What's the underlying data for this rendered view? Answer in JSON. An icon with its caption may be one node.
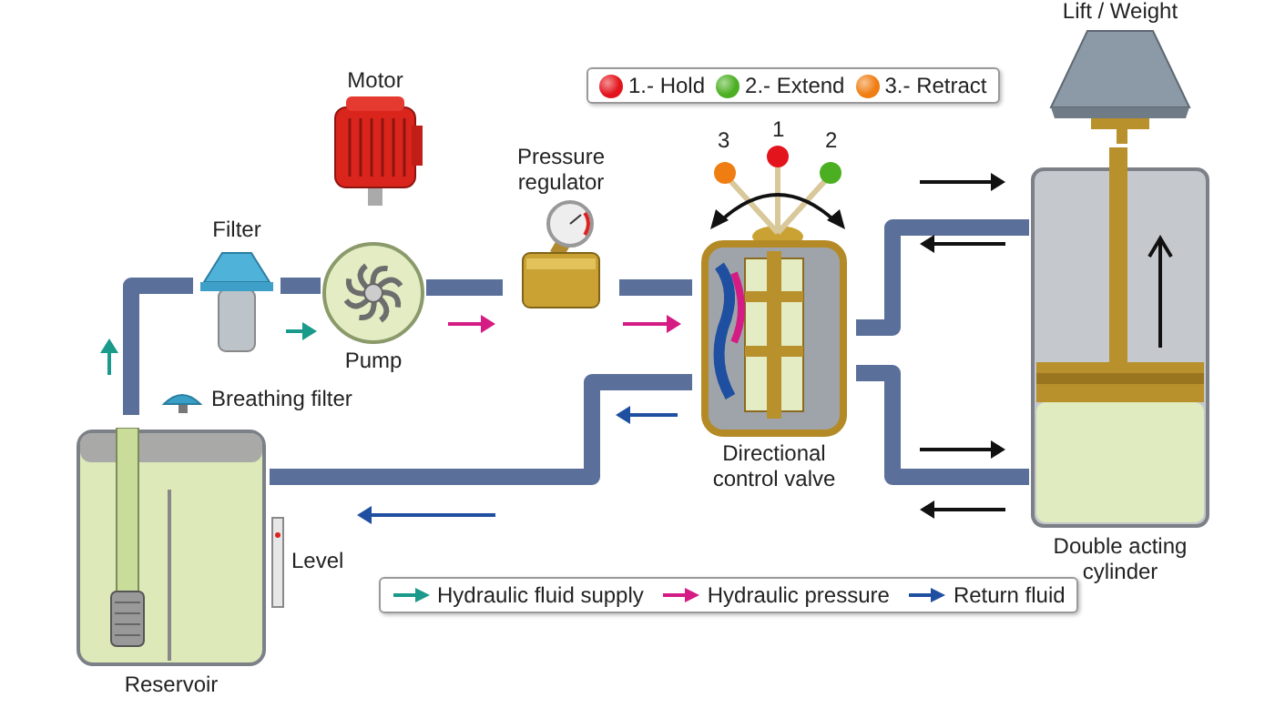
{
  "diagram": {
    "nodes": [
      {
        "text": [
          "Motor"
        ]
      },
      {
        "text": [
          "Pressure regulator"
        ]
      },
      {
        "text": [
          "Lift / Weight"
        ]
      },
      {
        "text": [
          "Filter"
        ]
      },
      {
        "text": [
          "Pump"
        ]
      },
      {
        "text": [
          "Directional control valve"
        ]
      },
      {
        "text": [
          "Breathing filter"
        ]
      },
      {
        "text": [
          "Double acting cylinder"
        ]
      },
      {
        "text": [
          "Level"
        ]
      },
      {
        "text": [
          "Reservoir"
        ]
      }
    ],
    "edges": [
      {
        "from": 9,
        "to": 3,
        "arrow": "none"
      },
      {
        "from": 3,
        "to": 4,
        "arrow": "none"
      },
      {
        "from": 4,
        "to": 1,
        "arrow": "none"
      },
      {
        "from": 1,
        "to": 5,
        "arrow": "none"
      },
      {
        "from": 5,
        "to": 7,
        "arrow": "none"
      },
      {
        "from": 5,
        "to": 7,
        "arrow": "none"
      },
      {
        "from": 5,
        "to": 9,
        "arrow": "none"
      }
    ],
    "labels": [
      "3",
      "1",
      "2"
    ],
    "legend": [
      {
        "text": "1.- Hold",
        "color": "#e3141b"
      },
      {
        "text": "2.- Extend",
        "color": "#4caf22"
      },
      {
        "text": "3.- Retract",
        "color": "#f07d12"
      },
      {
        "text": "Hydraulic fluid supply"
      },
      {
        "text": "Hydraulic pressure"
      },
      {
        "text": "Return fluid"
      }
    ]
  }
}
